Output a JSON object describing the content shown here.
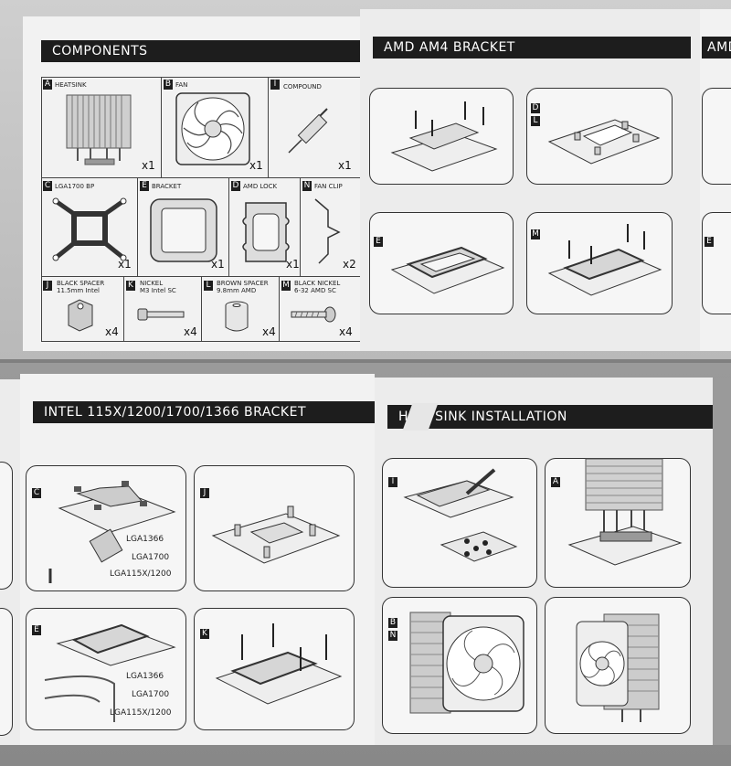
{
  "top": {
    "components_title": "COMPONENTS",
    "amd_title": "AMD AM4 BRACKET",
    "partial_title": "AMD",
    "parts": [
      {
        "tag": "A",
        "name": "HEATSINK",
        "qty": "x1"
      },
      {
        "tag": "B",
        "name": "FAN",
        "qty": "x1"
      },
      {
        "tag": "I",
        "name": "COMPOUND",
        "qty": "x1"
      },
      {
        "tag": "C",
        "name": "LGA1700 BP",
        "qty": "x1"
      },
      {
        "tag": "E",
        "name": "BRACKET",
        "qty": "x1"
      },
      {
        "tag": "D",
        "name": "AMD LOCK",
        "qty": "x1"
      },
      {
        "tag": "N",
        "name": "FAN CLIP",
        "qty": "x2"
      },
      {
        "tag": "J",
        "name": "BLACK SPACER",
        "name2": "11.5mm Intel",
        "qty": "x4"
      },
      {
        "tag": "K",
        "name": "NICKEL",
        "name2": "M3 Intel SC",
        "qty": "x4"
      },
      {
        "tag": "L",
        "name": "BROWN SPACER",
        "name2": "9.8mm AMD",
        "qty": "x4"
      },
      {
        "tag": "M",
        "name": "BLACK NICKEL",
        "name2": "6-32 AMD SC",
        "qty": "x4"
      }
    ],
    "amd_steps": {
      "s2a": "D",
      "s2b": "L",
      "s3": "E",
      "s4": "M",
      "edge": "E"
    }
  },
  "bottom": {
    "intel_title": "INTEL 115X/1200/1700/1366 BRACKET",
    "heatsink_title": "HEATSINK INSTALLATION",
    "heatsink_title_visible": "HE    SINK INSTALLATION",
    "steps": {
      "c": "C",
      "j": "J",
      "e": "E",
      "k": "K",
      "i": "I",
      "a": "A",
      "b": "B",
      "n": "N"
    },
    "lga_labels": [
      "LGA1366",
      "LGA1700",
      "LGA115X/1200"
    ]
  }
}
